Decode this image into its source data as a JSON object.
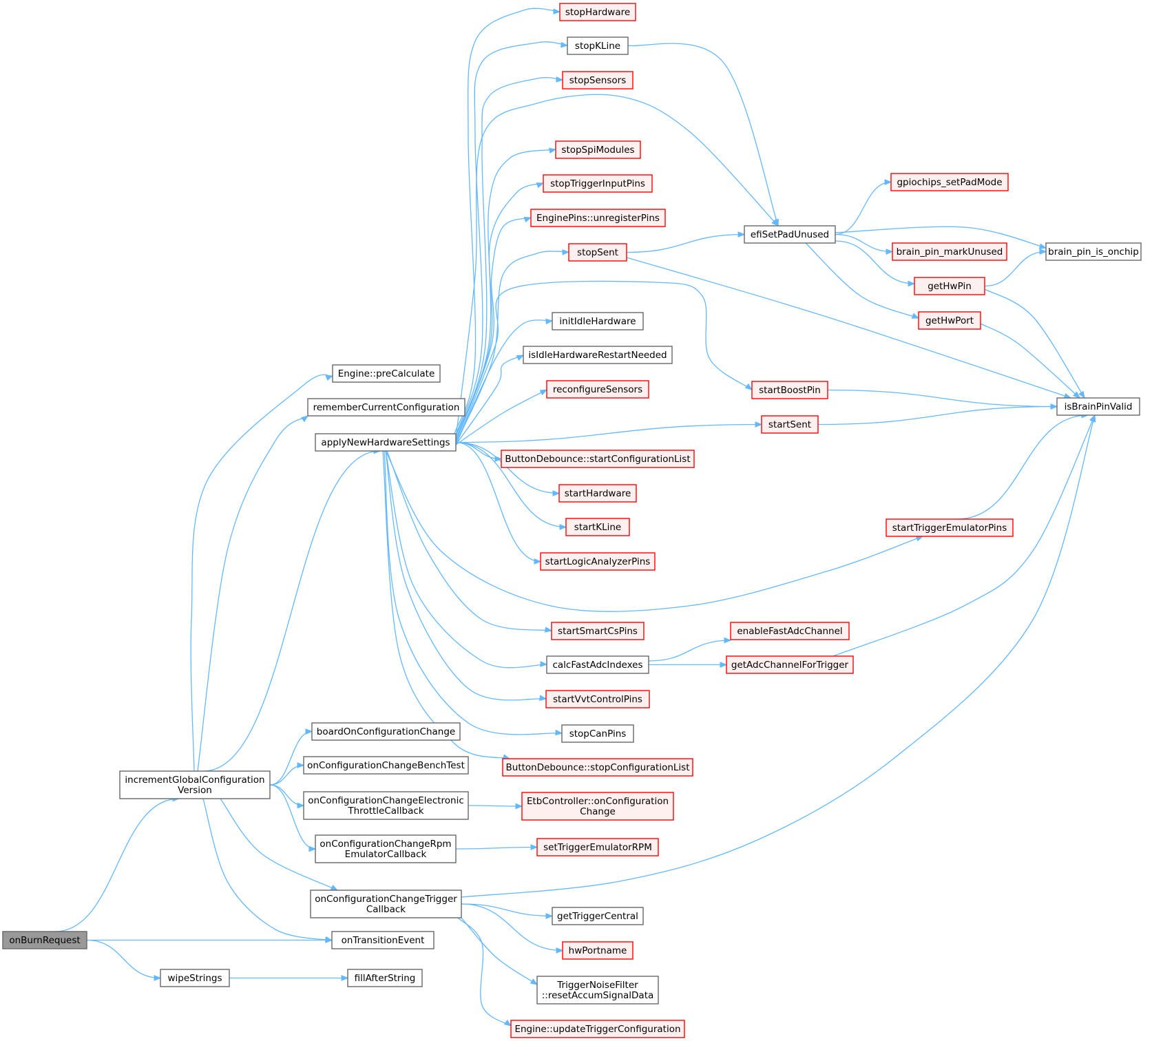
{
  "colors": {
    "edge": "#63b8ff",
    "root_fill": "#999999",
    "normal_fill": "#ffffff",
    "normal_stroke": "#666666",
    "red_fill": "#fff0f0",
    "red_stroke": "#ff0000"
  },
  "nodes": [
    {
      "id": "onBurnRequest",
      "label": [
        "onBurnRequest"
      ],
      "style": "root"
    },
    {
      "id": "incrementGlobalConfigurationVersion",
      "label": [
        "incrementGlobalConfiguration",
        "Version"
      ],
      "style": "normal"
    },
    {
      "id": "wipeStrings",
      "label": [
        "wipeStrings"
      ],
      "style": "normal"
    },
    {
      "id": "onTransitionEvent",
      "label": [
        "onTransitionEvent"
      ],
      "style": "normal"
    },
    {
      "id": "fillAfterString",
      "label": [
        "fillAfterString"
      ],
      "style": "normal"
    },
    {
      "id": "Engine_preCalculate",
      "label": [
        "Engine::preCalculate"
      ],
      "style": "normal"
    },
    {
      "id": "rememberCurrentConfiguration",
      "label": [
        "rememberCurrentConfiguration"
      ],
      "style": "normal"
    },
    {
      "id": "applyNewHardwareSettings",
      "label": [
        "applyNewHardwareSettings"
      ],
      "style": "normal"
    },
    {
      "id": "boardOnConfigurationChange",
      "label": [
        "boardOnConfigurationChange"
      ],
      "style": "normal"
    },
    {
      "id": "onConfigurationChangeBenchTest",
      "label": [
        "onConfigurationChangeBenchTest"
      ],
      "style": "normal"
    },
    {
      "id": "onConfigurationChangeElectronicThrottleCallback",
      "label": [
        "onConfigurationChangeElectronic",
        "ThrottleCallback"
      ],
      "style": "normal"
    },
    {
      "id": "onConfigurationChangeRpmEmulatorCallback",
      "label": [
        "onConfigurationChangeRpm",
        "EmulatorCallback"
      ],
      "style": "normal"
    },
    {
      "id": "onConfigurationChangeTriggerCallback",
      "label": [
        "onConfigurationChangeTrigger",
        "Callback"
      ],
      "style": "normal"
    },
    {
      "id": "stopHardware",
      "label": [
        "stopHardware"
      ],
      "style": "red"
    },
    {
      "id": "stopKLine",
      "label": [
        "stopKLine"
      ],
      "style": "normal"
    },
    {
      "id": "stopSensors",
      "label": [
        "stopSensors"
      ],
      "style": "red"
    },
    {
      "id": "stopSpiModules",
      "label": [
        "stopSpiModules"
      ],
      "style": "red"
    },
    {
      "id": "stopTriggerInputPins",
      "label": [
        "stopTriggerInputPins"
      ],
      "style": "red"
    },
    {
      "id": "EnginePins_unregisterPins",
      "label": [
        "EnginePins::unregisterPins"
      ],
      "style": "red"
    },
    {
      "id": "stopSent",
      "label": [
        "stopSent"
      ],
      "style": "red"
    },
    {
      "id": "initIdleHardware",
      "label": [
        "initIdleHardware"
      ],
      "style": "normal"
    },
    {
      "id": "isIdleHardwareRestartNeeded",
      "label": [
        "isIdleHardwareRestartNeeded"
      ],
      "style": "normal"
    },
    {
      "id": "reconfigureSensors",
      "label": [
        "reconfigureSensors"
      ],
      "style": "red"
    },
    {
      "id": "ButtonDebounce_startConfigurationList",
      "label": [
        "ButtonDebounce::startConfigurationList"
      ],
      "style": "red"
    },
    {
      "id": "startHardware",
      "label": [
        "startHardware"
      ],
      "style": "red"
    },
    {
      "id": "startKLine",
      "label": [
        "startKLine"
      ],
      "style": "red"
    },
    {
      "id": "startLogicAnalyzerPins",
      "label": [
        "startLogicAnalyzerPins"
      ],
      "style": "red"
    },
    {
      "id": "startSmartCsPins",
      "label": [
        "startSmartCsPins"
      ],
      "style": "red"
    },
    {
      "id": "calcFastAdcIndexes",
      "label": [
        "calcFastAdcIndexes"
      ],
      "style": "normal"
    },
    {
      "id": "startVvtControlPins",
      "label": [
        "startVvtControlPins"
      ],
      "style": "red"
    },
    {
      "id": "stopCanPins",
      "label": [
        "stopCanPins"
      ],
      "style": "normal"
    },
    {
      "id": "ButtonDebounce_stopConfigurationList",
      "label": [
        "ButtonDebounce::stopConfigurationList"
      ],
      "style": "red"
    },
    {
      "id": "EtbController_onConfigurationChange",
      "label": [
        "EtbController::onConfiguration",
        "Change"
      ],
      "style": "red"
    },
    {
      "id": "setTriggerEmulatorRPM",
      "label": [
        "setTriggerEmulatorRPM"
      ],
      "style": "red"
    },
    {
      "id": "getTriggerCentral",
      "label": [
        "getTriggerCentral"
      ],
      "style": "normal"
    },
    {
      "id": "hwPortname",
      "label": [
        "hwPortname"
      ],
      "style": "red"
    },
    {
      "id": "TriggerNoiseFilter_resetAccumSignalData",
      "label": [
        "TriggerNoiseFilter",
        "::resetAccumSignalData"
      ],
      "style": "normal"
    },
    {
      "id": "Engine_updateTriggerConfiguration",
      "label": [
        "Engine::updateTriggerConfiguration"
      ],
      "style": "red"
    },
    {
      "id": "efiSetPadUnused",
      "label": [
        "efiSetPadUnused"
      ],
      "style": "normal"
    },
    {
      "id": "startBoostPin",
      "label": [
        "startBoostPin"
      ],
      "style": "red"
    },
    {
      "id": "startSent",
      "label": [
        "startSent"
      ],
      "style": "red"
    },
    {
      "id": "startTriggerEmulatorPins",
      "label": [
        "startTriggerEmulatorPins"
      ],
      "style": "red"
    },
    {
      "id": "enableFastAdcChannel",
      "label": [
        "enableFastAdcChannel"
      ],
      "style": "red"
    },
    {
      "id": "getAdcChannelForTrigger",
      "label": [
        "getAdcChannelForTrigger"
      ],
      "style": "red"
    },
    {
      "id": "gpiochips_setPadMode",
      "label": [
        "gpiochips_setPadMode"
      ],
      "style": "red"
    },
    {
      "id": "brain_pin_markUnused",
      "label": [
        "brain_pin_markUnused"
      ],
      "style": "red"
    },
    {
      "id": "getHwPin",
      "label": [
        "getHwPin"
      ],
      "style": "red"
    },
    {
      "id": "getHwPort",
      "label": [
        "getHwPort"
      ],
      "style": "red"
    },
    {
      "id": "brain_pin_is_onchip",
      "label": [
        "brain_pin_is_onchip"
      ],
      "style": "normal"
    },
    {
      "id": "isBrainPinValid",
      "label": [
        "isBrainPinValid"
      ],
      "style": "normal"
    }
  ],
  "edges": [
    [
      "onBurnRequest",
      "incrementGlobalConfigurationVersion"
    ],
    [
      "onBurnRequest",
      "onTransitionEvent"
    ],
    [
      "onBurnRequest",
      "wipeStrings"
    ],
    [
      "wipeStrings",
      "fillAfterString"
    ],
    [
      "incrementGlobalConfigurationVersion",
      "Engine_preCalculate"
    ],
    [
      "incrementGlobalConfigurationVersion",
      "rememberCurrentConfiguration"
    ],
    [
      "incrementGlobalConfigurationVersion",
      "applyNewHardwareSettings"
    ],
    [
      "incrementGlobalConfigurationVersion",
      "boardOnConfigurationChange"
    ],
    [
      "incrementGlobalConfigurationVersion",
      "onConfigurationChangeBenchTest"
    ],
    [
      "incrementGlobalConfigurationVersion",
      "onConfigurationChangeElectronicThrottleCallback"
    ],
    [
      "incrementGlobalConfigurationVersion",
      "onConfigurationChangeRpmEmulatorCallback"
    ],
    [
      "incrementGlobalConfigurationVersion",
      "onConfigurationChangeTriggerCallback"
    ],
    [
      "incrementGlobalConfigurationVersion",
      "onTransitionEvent"
    ],
    [
      "applyNewHardwareSettings",
      "stopHardware"
    ],
    [
      "applyNewHardwareSettings",
      "stopKLine"
    ],
    [
      "applyNewHardwareSettings",
      "stopSensors"
    ],
    [
      "applyNewHardwareSettings",
      "efiSetPadUnused"
    ],
    [
      "applyNewHardwareSettings",
      "stopSpiModules"
    ],
    [
      "applyNewHardwareSettings",
      "stopTriggerInputPins"
    ],
    [
      "applyNewHardwareSettings",
      "EnginePins_unregisterPins"
    ],
    [
      "applyNewHardwareSettings",
      "stopSent"
    ],
    [
      "applyNewHardwareSettings",
      "startBoostPin"
    ],
    [
      "applyNewHardwareSettings",
      "initIdleHardware"
    ],
    [
      "applyNewHardwareSettings",
      "isIdleHardwareRestartNeeded"
    ],
    [
      "applyNewHardwareSettings",
      "reconfigureSensors"
    ],
    [
      "applyNewHardwareSettings",
      "startSent"
    ],
    [
      "applyNewHardwareSettings",
      "ButtonDebounce_startConfigurationList"
    ],
    [
      "applyNewHardwareSettings",
      "startHardware"
    ],
    [
      "applyNewHardwareSettings",
      "startKLine"
    ],
    [
      "applyNewHardwareSettings",
      "startLogicAnalyzerPins"
    ],
    [
      "applyNewHardwareSettings",
      "startTriggerEmulatorPins"
    ],
    [
      "applyNewHardwareSettings",
      "startSmartCsPins"
    ],
    [
      "applyNewHardwareSettings",
      "calcFastAdcIndexes"
    ],
    [
      "applyNewHardwareSettings",
      "startVvtControlPins"
    ],
    [
      "applyNewHardwareSettings",
      "stopCanPins"
    ],
    [
      "applyNewHardwareSettings",
      "ButtonDebounce_stopConfigurationList"
    ],
    [
      "stopKLine",
      "efiSetPadUnused"
    ],
    [
      "stopSent",
      "efiSetPadUnused"
    ],
    [
      "stopSent",
      "isBrainPinValid"
    ],
    [
      "efiSetPadUnused",
      "gpiochips_setPadMode"
    ],
    [
      "efiSetPadUnused",
      "brain_pin_is_onchip"
    ],
    [
      "efiSetPadUnused",
      "brain_pin_markUnused"
    ],
    [
      "efiSetPadUnused",
      "getHwPin"
    ],
    [
      "efiSetPadUnused",
      "getHwPort"
    ],
    [
      "getHwPin",
      "brain_pin_is_onchip"
    ],
    [
      "getHwPin",
      "isBrainPinValid"
    ],
    [
      "getHwPort",
      "isBrainPinValid"
    ],
    [
      "startBoostPin",
      "isBrainPinValid"
    ],
    [
      "startSent",
      "isBrainPinValid"
    ],
    [
      "startTriggerEmulatorPins",
      "isBrainPinValid"
    ],
    [
      "calcFastAdcIndexes",
      "enableFastAdcChannel"
    ],
    [
      "calcFastAdcIndexes",
      "getAdcChannelForTrigger"
    ],
    [
      "getAdcChannelForTrigger",
      "isBrainPinValid"
    ],
    [
      "onConfigurationChangeElectronicThrottleCallback",
      "EtbController_onConfigurationChange"
    ],
    [
      "onConfigurationChangeRpmEmulatorCallback",
      "setTriggerEmulatorRPM"
    ],
    [
      "onConfigurationChangeTriggerCallback",
      "isBrainPinValid"
    ],
    [
      "onConfigurationChangeTriggerCallback",
      "getTriggerCentral"
    ],
    [
      "onConfigurationChangeTriggerCallback",
      "hwPortname"
    ],
    [
      "onConfigurationChangeTriggerCallback",
      "TriggerNoiseFilter_resetAccumSignalData"
    ],
    [
      "onConfigurationChangeTriggerCallback",
      "Engine_updateTriggerConfiguration"
    ]
  ]
}
